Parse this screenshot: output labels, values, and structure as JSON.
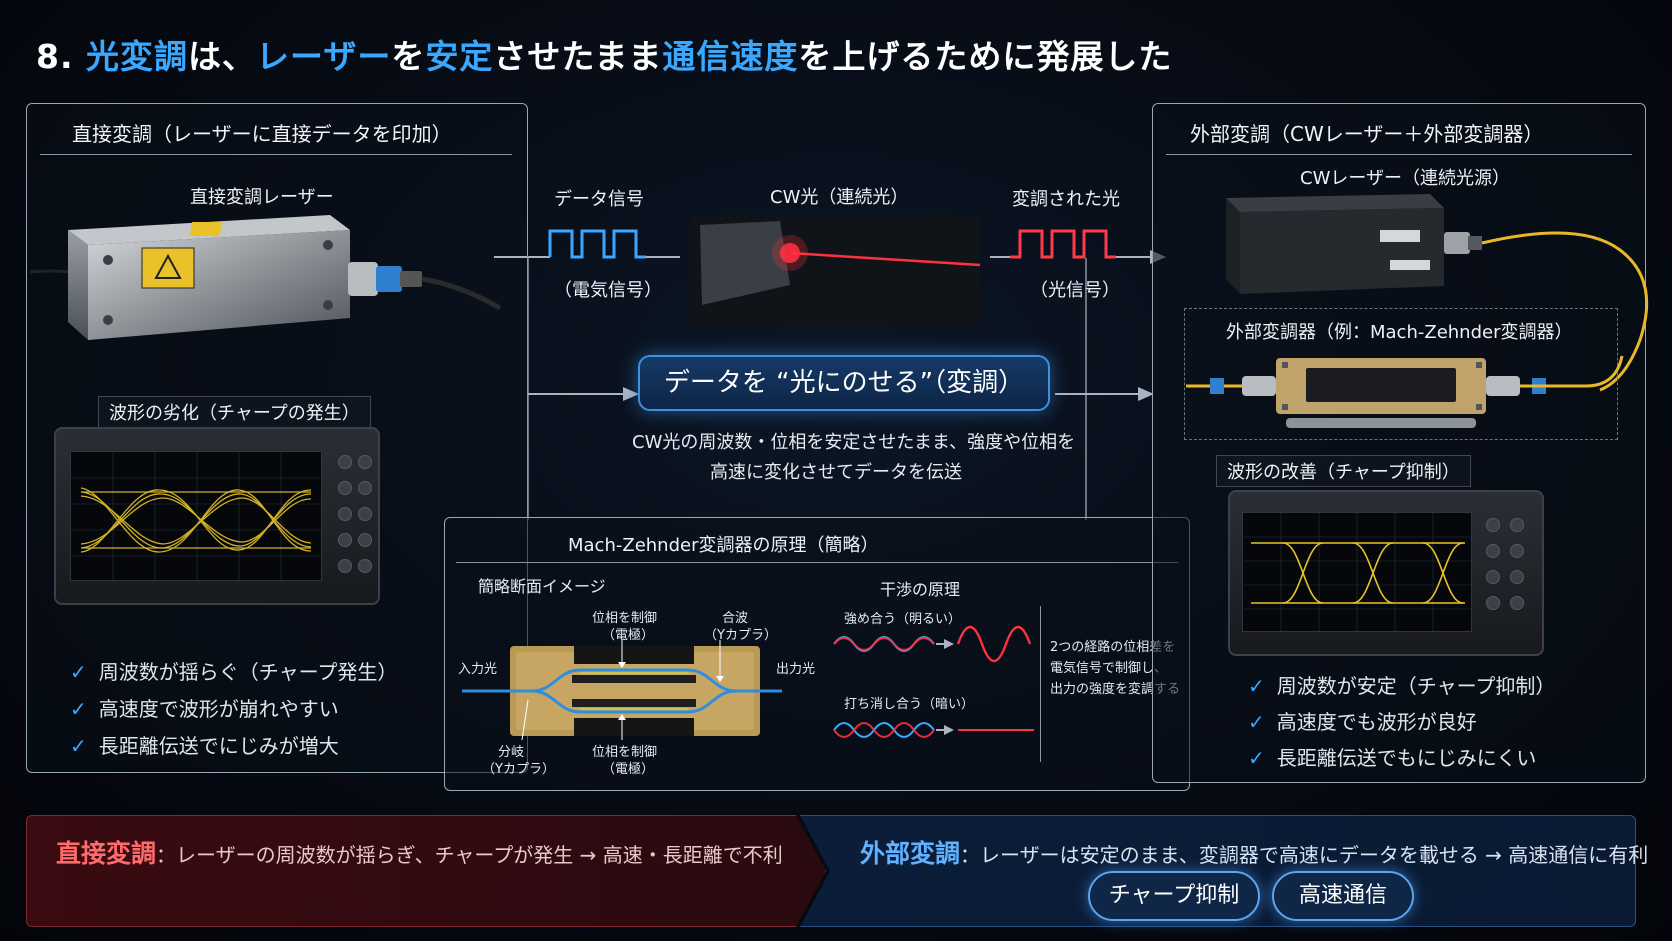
{
  "title": {
    "number": "8.",
    "parts": [
      {
        "text": "光変調",
        "hl": true
      },
      {
        "text": "は、",
        "hl": false
      },
      {
        "text": "レーザー",
        "hl": true
      },
      {
        "text": "を",
        "hl": false
      },
      {
        "text": "安定",
        "hl": true
      },
      {
        "text": "させたまま",
        "hl": false
      },
      {
        "text": "通信速度",
        "hl": true
      },
      {
        "text": "を上げるために発展した",
        "hl": false
      }
    ]
  },
  "left_panel": {
    "title": "直接変調（レーザーに直接データを印加）",
    "device_label": "直接変調レーザー",
    "waveform_label": "波形の劣化（チャープの発生）",
    "checks": [
      "周波数が揺らぐ（チャープ発生）",
      "高速度で波形が崩れやすい",
      "長距離伝送でにじみが増大"
    ]
  },
  "center": {
    "data_signal_label": "データ信号",
    "data_signal_sub": "（電気信号）",
    "cw_light_label": "CW光（連続光）",
    "modulated_label": "変調された光",
    "modulated_sub": "（光信号）",
    "main_pill": "データを “光にのせる”（変調）",
    "desc_line1": "CW光の周波数・位相を安定させたまま、強度や位相を",
    "desc_line2": "高速に変化させてデータを伝送"
  },
  "mz_panel": {
    "title": "Mach-Zehnder変調器の原理（簡略）",
    "section_left": "簡略断面イメージ",
    "section_right": "干渉の原理",
    "input_light": "入力光",
    "output_light": "出力光",
    "phase_ctrl_top_1": "位相を制御",
    "phase_ctrl_top_2": "（電極）",
    "combine_1": "合波",
    "combine_2": "（Yカプラ）",
    "split_1": "分岐",
    "split_2": "（Yカプラ）",
    "phase_ctrl_bot_1": "位相を制御",
    "phase_ctrl_bot_2": "（電極）",
    "constructive": "強め合う（明るい）",
    "destructive": "打ち消し合う（暗い）",
    "note_1": "2つの経路の位相差を",
    "note_2": "電気信号で制御し、",
    "note_3": "出力の強度を変調する"
  },
  "right_panel": {
    "title": "外部変調（CWレーザー＋外部変調器）",
    "cw_source_label": "CWレーザー（連続光源）",
    "modulator_label": "外部変調器（例：Mach-Zehnder変調器）",
    "waveform_label": "波形の改善（チャープ抑制）",
    "checks": [
      "周波数が安定（チャープ抑制）",
      "高速度でも波形が良好",
      "長距離伝送でもにじみにくい"
    ]
  },
  "bottom": {
    "left_key": "直接変調",
    "left_text": "：レーザーの周波数が揺らぎ、チャープが発生 → 高速・長距離で不利",
    "right_key": "外部変調",
    "right_text": "：レーザーは安定のまま、変調器で高速にデータを載せる → 高速通信に有利",
    "pill_1": "チャープ抑制",
    "pill_2": "高速通信"
  },
  "colors": {
    "accent_blue": "#3aa8ff",
    "signal_red": "#ff3040",
    "eye_yellow": "#e6c52a",
    "fiber_yellow": "#e8b82a"
  }
}
